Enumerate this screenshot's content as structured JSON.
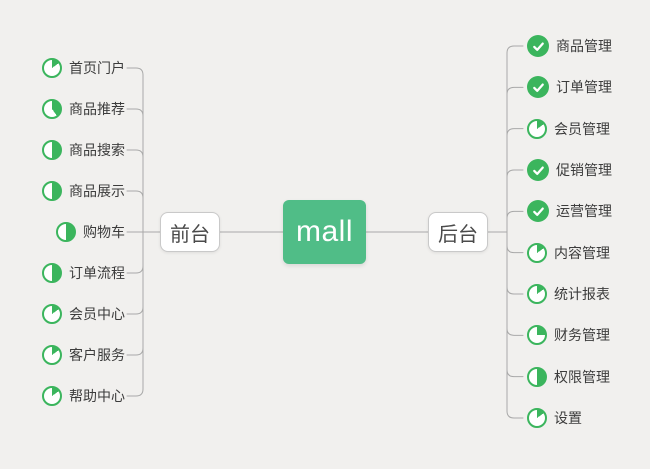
{
  "root": {
    "label": "mall"
  },
  "branches": [
    {
      "label": "前台",
      "side": "left",
      "items": [
        {
          "label": "首页门户",
          "icon": "pie-progress-icon",
          "progress": 0.15
        },
        {
          "label": "商品推荐",
          "icon": "pie-progress-icon",
          "progress": 0.4
        },
        {
          "label": "商品搜索",
          "icon": "pie-progress-icon",
          "progress": 0.5
        },
        {
          "label": "商品展示",
          "icon": "pie-progress-icon",
          "progress": 0.5
        },
        {
          "label": "购物车",
          "icon": "pie-progress-icon",
          "progress": 0.5
        },
        {
          "label": "订单流程",
          "icon": "pie-progress-icon",
          "progress": 0.5
        },
        {
          "label": "会员中心",
          "icon": "pie-progress-icon",
          "progress": 0.15
        },
        {
          "label": "客户服务",
          "icon": "pie-progress-icon",
          "progress": 0.15
        },
        {
          "label": "帮助中心",
          "icon": "pie-progress-icon",
          "progress": 0.15
        }
      ]
    },
    {
      "label": "后台",
      "side": "right",
      "items": [
        {
          "label": "商品管理",
          "icon": "check-done-icon"
        },
        {
          "label": "订单管理",
          "icon": "check-done-icon"
        },
        {
          "label": "会员管理",
          "icon": "pie-progress-icon",
          "progress": 0.15
        },
        {
          "label": "促销管理",
          "icon": "check-done-icon"
        },
        {
          "label": "运营管理",
          "icon": "check-done-icon"
        },
        {
          "label": "内容管理",
          "icon": "pie-progress-icon",
          "progress": 0.15
        },
        {
          "label": "统计报表",
          "icon": "pie-progress-icon",
          "progress": 0.15
        },
        {
          "label": "财务管理",
          "icon": "pie-progress-icon",
          "progress": 0.25
        },
        {
          "label": "权限管理",
          "icon": "pie-progress-icon",
          "progress": 0.5
        },
        {
          "label": "设置",
          "icon": "pie-progress-icon",
          "progress": 0.15
        }
      ]
    }
  ],
  "colors": {
    "background": "#f1f0ee",
    "icon_green": "#3bb55d",
    "root_node_green": "#50bd87",
    "root_node_text": "#ffffff",
    "connector_line": "#a9a9a9",
    "branch_node_border": "#c9c9c9",
    "branch_node_background": "#ffffff",
    "branch_node_text": "#4a4a4a",
    "item_text": "#3c3c3c"
  }
}
